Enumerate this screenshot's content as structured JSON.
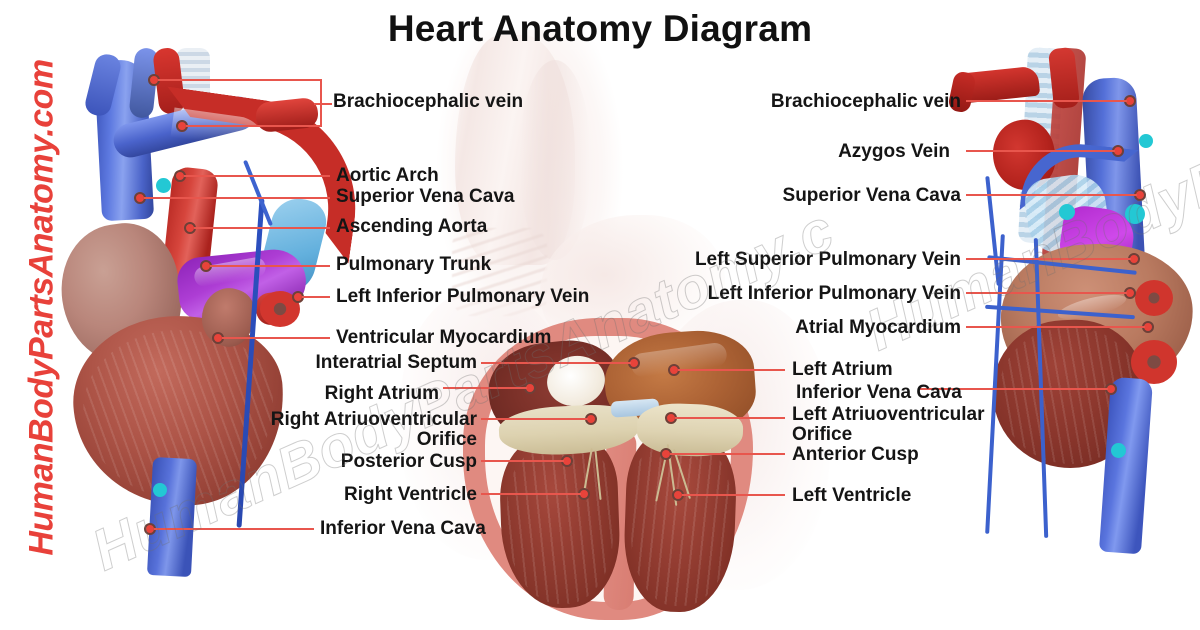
{
  "page": {
    "title": "Heart Anatomy Diagram",
    "accent_line_color": "#e8564d",
    "marker_color": "#e8433a",
    "text_color": "#151515",
    "background_color": "#ffffff"
  },
  "watermarks": {
    "side_vertical": "HumanBodyPartsAnatomy.com",
    "diagonal_left": "HumanBodyPartsAnatomy.c",
    "diagonal_right": "HumanBodyPartsAnatomy.c",
    "side_color": "#e8413a"
  },
  "figures": {
    "left": {
      "name": "anterior-heart-great-vessels"
    },
    "center": {
      "name": "heart-coronal-cross-section"
    },
    "right": {
      "name": "posterior-heart-view"
    }
  },
  "labels": {
    "left_column": [
      {
        "id": "brachiocephalic-vein",
        "text": "Brachiocephalic vein"
      },
      {
        "id": "aortic-arch",
        "text": "Aortic Arch"
      },
      {
        "id": "superior-vena-cava",
        "text": "Superior Vena Cava"
      },
      {
        "id": "ascending-aorta",
        "text": "Ascending Aorta"
      },
      {
        "id": "pulmonary-trunk",
        "text": "Pulmonary Trunk"
      },
      {
        "id": "left-inferior-pulmonary-vein",
        "text": "Left Inferior Pulmonary Vein"
      },
      {
        "id": "ventricular-myocardium",
        "text": "Ventricular Myocardium"
      },
      {
        "id": "interatrial-septum",
        "text": "Interatrial Septum"
      },
      {
        "id": "right-atrium",
        "text": "Right Atrium"
      },
      {
        "id": "right-atrioventricular-orifice",
        "text": "Right Atriuoventricular\nOrifice"
      },
      {
        "id": "posterior-cusp",
        "text": "Posterior Cusp"
      },
      {
        "id": "right-ventricle",
        "text": "Right Ventricle"
      },
      {
        "id": "inferior-vena-cava-left",
        "text": "Inferior Vena Cava"
      }
    ],
    "right_column": [
      {
        "id": "brachiocephalic-vein-r",
        "text": "Brachiocephalic vein"
      },
      {
        "id": "azygos-vein",
        "text": "Azygos Vein"
      },
      {
        "id": "superior-vena-cava-r",
        "text": "Superior Vena Cava"
      },
      {
        "id": "left-superior-pulmonary-vein",
        "text": "Left Superior Pulmonary Vein"
      },
      {
        "id": "left-inferior-pulmonary-vein-r",
        "text": "Left Inferior Pulmonary Vein"
      },
      {
        "id": "atrial-myocardium",
        "text": "Atrial Myocardium"
      },
      {
        "id": "left-atrium",
        "text": "Left Atrium"
      },
      {
        "id": "inferior-vena-cava-right",
        "text": "Inferior Vena Cava"
      },
      {
        "id": "left-atrioventricular-orifice",
        "text": "Left Atriuoventricular\nOrifice"
      },
      {
        "id": "anterior-cusp",
        "text": "Anterior Cusp"
      },
      {
        "id": "left-ventricle",
        "text": "Left Ventricle"
      }
    ]
  }
}
